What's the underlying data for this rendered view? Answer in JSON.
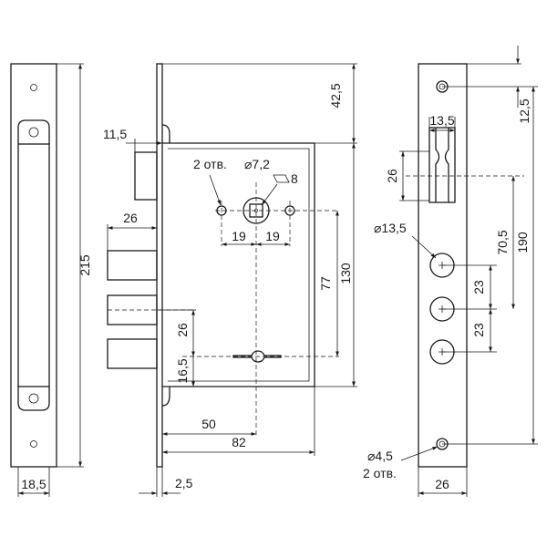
{
  "dimensions": {
    "left_plate_width": "18,5",
    "overall_height": "215",
    "top_offset": "42,5",
    "bolt_offset": "11,5",
    "bolt_throw": "26",
    "holes_label": "2 отв.",
    "hole_diameter": "⌀7,2",
    "square_size": "8",
    "spacing_left": "19",
    "spacing_right": "19",
    "spindle_to_key": "77",
    "case_height": "130",
    "bolt_pitch": "26",
    "key_to_bottom": "16,5",
    "backset": "50",
    "case_depth": "82",
    "faceplate_thickness": "2,5",
    "latch_width": "13,5",
    "latch_height": "26",
    "top_screw_offset": "12,5",
    "cutout_diameter": "⌀13,5",
    "hole_pitch_1": "23",
    "hole_pitch_2": "23",
    "spindle_to_bolt": "70,5",
    "screw_pitch": "190",
    "screw_diameter": "⌀4,5",
    "screw_holes_label": "2 отв.",
    "right_plate_width": "26"
  }
}
